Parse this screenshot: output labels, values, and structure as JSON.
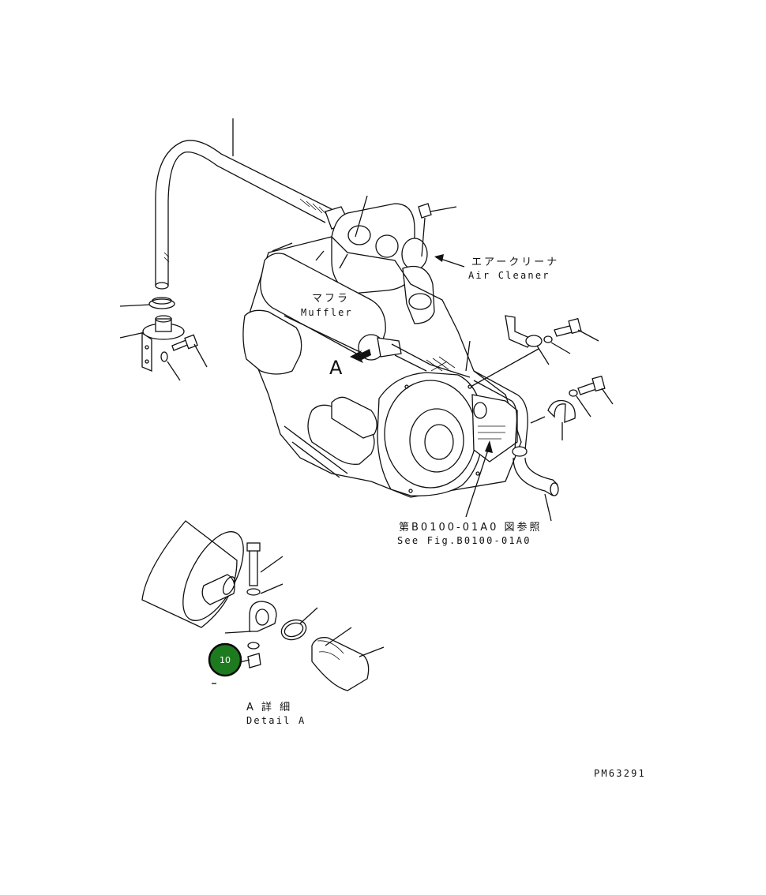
{
  "labels": {
    "air_cleaner_jp": "エアークリーナ",
    "air_cleaner_en": "Air Cleaner",
    "muffler_jp": "マフラ",
    "muffler_en": "Muffler",
    "view_marker": "A",
    "ref_jp": "第B0100-01A0 図参照",
    "ref_en": "See Fig.B0100-01A0",
    "detail_jp": "A 詳 細",
    "detail_en": "Detail A",
    "drawing_code": "PM63291"
  },
  "callout": {
    "number": "10",
    "fill_color": "#1e7a1e",
    "ring_color": "#0a0a0a"
  },
  "colors": {
    "ink": "#111111",
    "paper": "#ffffff"
  }
}
